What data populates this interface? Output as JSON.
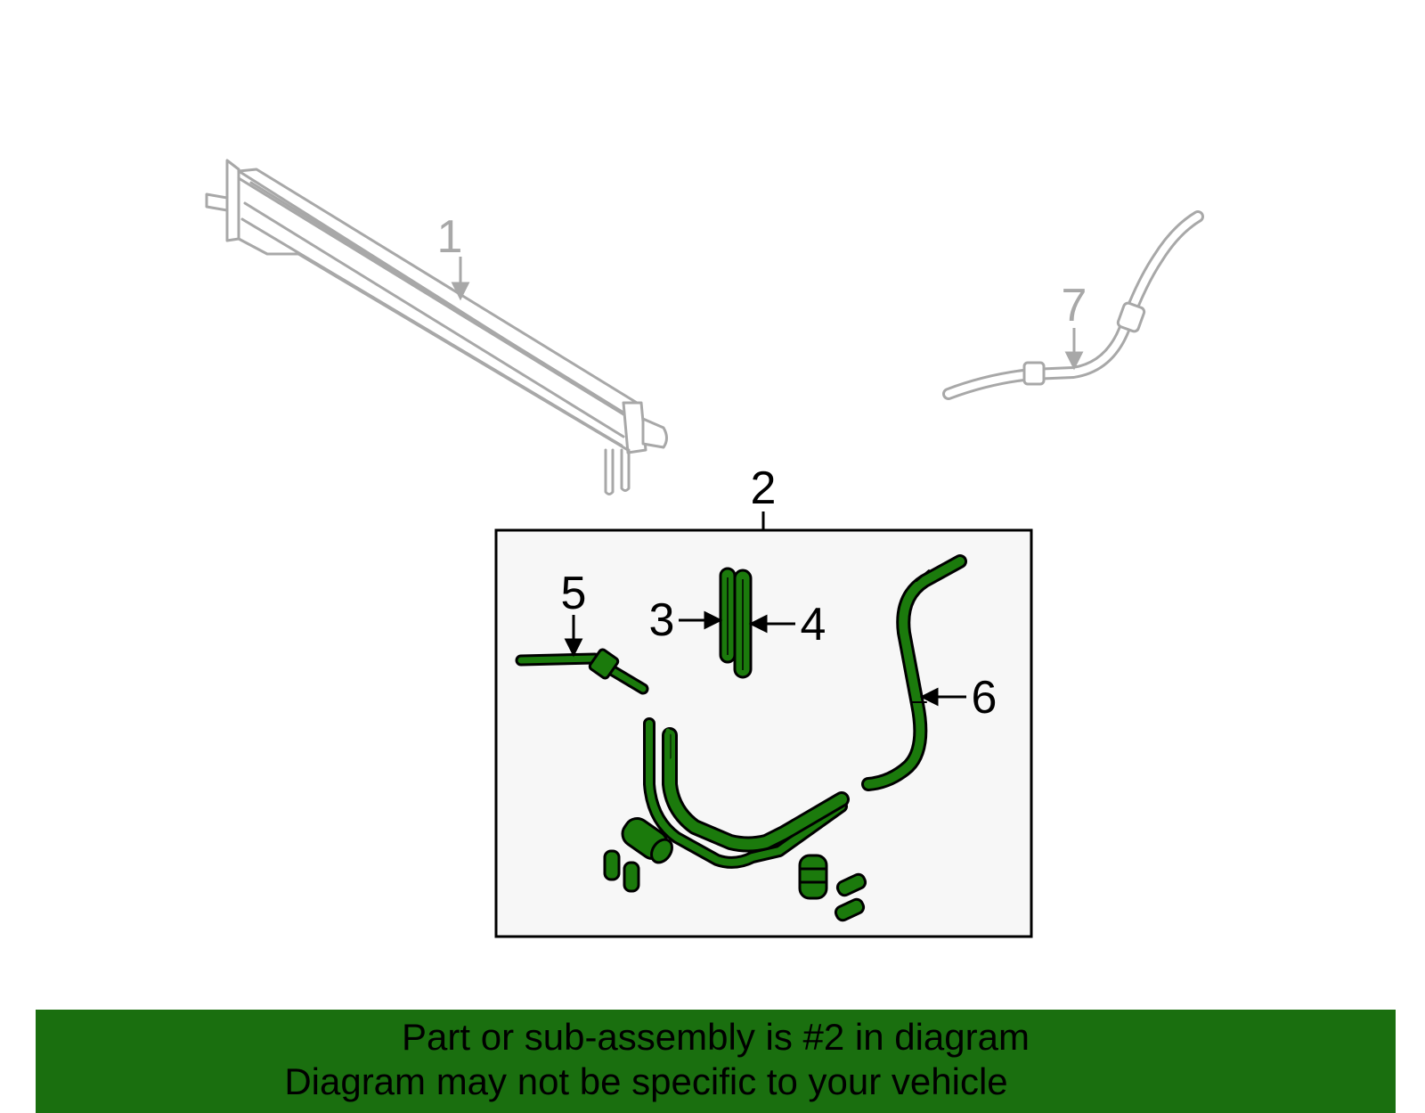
{
  "callouts": {
    "c1": "1",
    "c2": "2",
    "c3": "3",
    "c4": "4",
    "c5": "5",
    "c6": "6",
    "c7": "7"
  },
  "banner": {
    "line1": "Part or sub-assembly is #2 in diagram",
    "line2": "Diagram may not be specific to your vehicle"
  },
  "colors": {
    "part_green": "#1b7a0c",
    "ghost_gray": "#a8a8a8",
    "banner_green": "#1a6f0f",
    "box_fill": "#f7f7f7"
  },
  "icons": [
    "oil-cooler-icon",
    "cooler-hose-icon",
    "tube-assembly-icon",
    "seal-ring-icon",
    "clamp-icon"
  ]
}
